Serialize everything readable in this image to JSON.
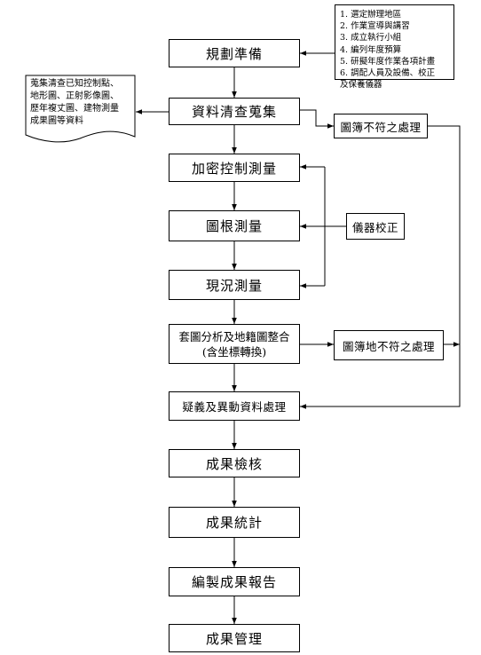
{
  "steps": {
    "s1": "規劃準備",
    "s2": "資料清查蒐集",
    "s3": "加密控制測量",
    "s4": "圖根測量",
    "s5": "現況測量",
    "s6_line1": "套圖分析及地籍圖整合",
    "s6_line2": "(含坐標轉換)",
    "s7": "疑義及異動資料處理",
    "s8": "成果檢核",
    "s9": "成果統計",
    "s10": "編製成果報告",
    "s11": "成果管理"
  },
  "side_boxes": {
    "map_inconsistency": "圖簿不符之處理",
    "instrument_calibration": "儀器校正",
    "map_land_inconsistency": "圖簿地不符之處理"
  },
  "prep_list": [
    "1. 選定辦理地區",
    "2. 作業宣導與講習",
    "3. 成立執行小組",
    "4. 編列年度預算",
    "5. 研擬年度作業各項計畫",
    "6. 調配人員及設備、校正",
    "及保養儀器"
  ],
  "collection_doc": [
    "蒐集清查已知控制點、",
    "地形圖、正射影像圖、",
    "歷年複丈圖、建物測量",
    "成果圖等資料"
  ]
}
